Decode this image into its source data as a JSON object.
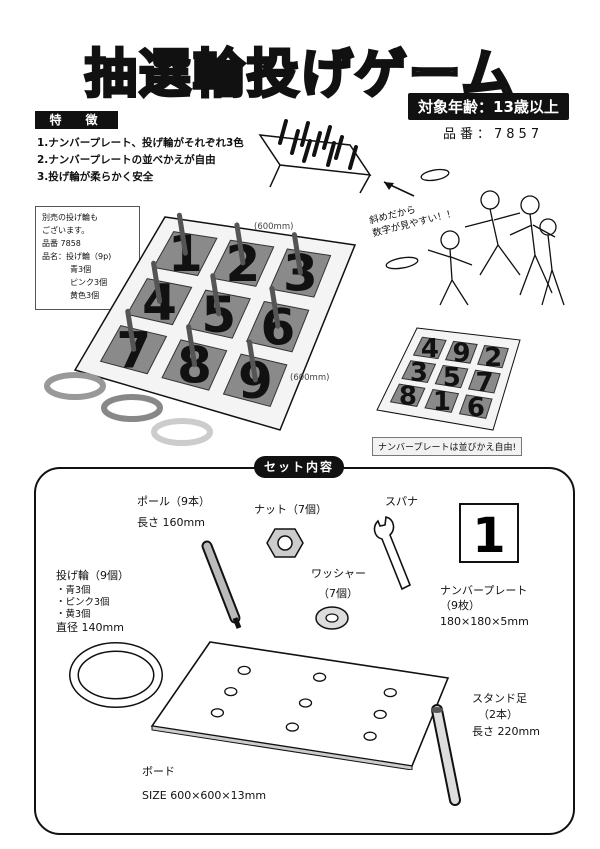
{
  "header": {
    "title": "抽選輪投げゲーム",
    "age": "対象年齢：13歳以上",
    "product_number": "品番：7857"
  },
  "features": {
    "heading": "特　徴",
    "items": [
      "1.ナンバープレート、投げ輪がそれぞれ3色",
      "2.ナンバープレートの並べかえが自由",
      "3.投げ輪が柔らかく安全"
    ]
  },
  "note": {
    "lines": [
      "別売の投げ輪も",
      "ございます。",
      "品番 7858",
      "品名：投げ輪（9p)"
    ],
    "sublines": [
      "青3個",
      "ピンク3個",
      "黄色3個"
    ]
  },
  "dimensions": {
    "width": "(600mm)",
    "depth": "(600mm)"
  },
  "board_numbers": [
    "1",
    "2",
    "3",
    "4",
    "5",
    "6",
    "7",
    "8",
    "9"
  ],
  "rearranged_numbers": [
    "4",
    "9",
    "2",
    "3",
    "5",
    "7",
    "8",
    "1",
    "6"
  ],
  "callout": {
    "line1": "斜めだから",
    "line2": "数字が見やすい！！"
  },
  "plate_caption": "ナンバープレートは並びかえ自由!",
  "set": {
    "heading": "セット内容",
    "pole": {
      "name": "ポール（9本）",
      "length": "長さ 160mm"
    },
    "nut": {
      "name": "ナット（7個）"
    },
    "spanner": {
      "name": "スパナ"
    },
    "washer": {
      "name": "ワッシャー",
      "count": "（7個）"
    },
    "rings": {
      "name": "投げ輪（9個）",
      "items": [
        "・青3個",
        "・ピンク3個",
        "・黄3個"
      ],
      "diameter": "直径 140mm"
    },
    "plate": {
      "sample": "1",
      "name": "ナンバープレート",
      "count": "（9枚）",
      "size": "180×180×5mm"
    },
    "board": {
      "name": "ボード",
      "size": "SIZE 600×600×13mm"
    },
    "stand": {
      "name": "スタンド足",
      "count": "（2本）",
      "length": "長さ 220mm"
    }
  },
  "colors": {
    "ink": "#111111",
    "plate_gray": "#8a8a8a",
    "ring_gray": "#9a9a9a",
    "board_fill": "#f4f4f4"
  }
}
